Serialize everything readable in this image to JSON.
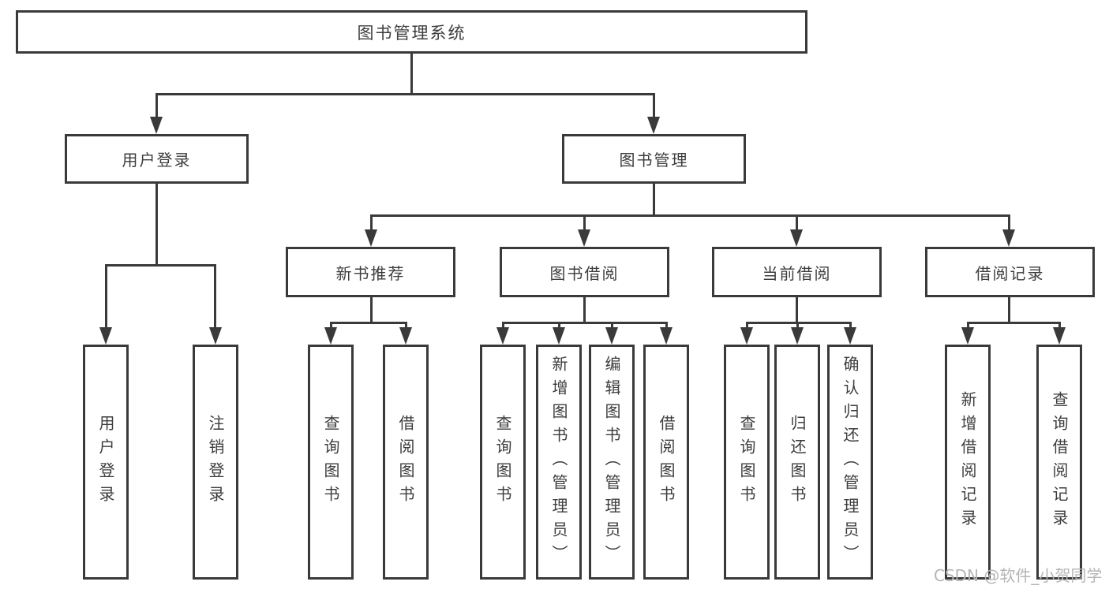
{
  "diagram": {
    "root": {
      "label": "图书管理系统",
      "children": [
        {
          "label": "用户登录",
          "children": [
            {
              "label": "用户登录"
            },
            {
              "label": "注销登录"
            }
          ]
        },
        {
          "label": "图书管理",
          "children": [
            {
              "label": "新书推荐",
              "children": [
                {
                  "label": "查询图书"
                },
                {
                  "label": "借阅图书"
                }
              ]
            },
            {
              "label": "图书借阅",
              "children": [
                {
                  "label": "查询图书"
                },
                {
                  "label": "新增图书（管理员）"
                },
                {
                  "label": "编辑图书（管理员）"
                },
                {
                  "label": "借阅图书"
                }
              ]
            },
            {
              "label": "当前借阅",
              "children": [
                {
                  "label": "查询图书"
                },
                {
                  "label": "归还图书"
                },
                {
                  "label": "确认归还（管理员）"
                }
              ]
            },
            {
              "label": "借阅记录",
              "children": [
                {
                  "label": "新增借阅记录"
                },
                {
                  "label": "查询借阅记录"
                }
              ]
            }
          ]
        }
      ]
    }
  },
  "watermark": {
    "text": "CSDN @软件_小贺同学"
  },
  "colors": {
    "line": "#3a3a3a",
    "text": "#3d3d3d",
    "watermark": "#b5b5b5",
    "background": "#ffffff"
  }
}
